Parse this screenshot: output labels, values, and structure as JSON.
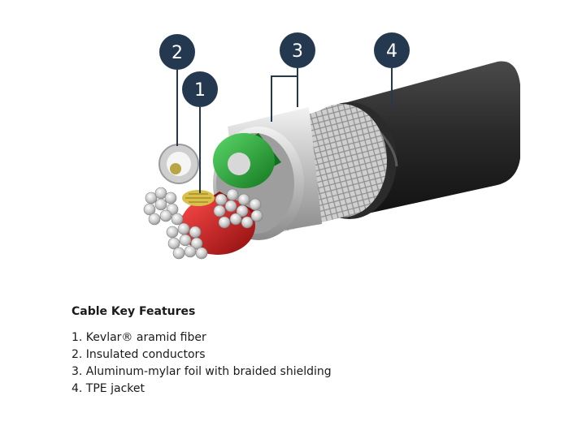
{
  "callouts": [
    {
      "number": "2"
    },
    {
      "number": "1"
    },
    {
      "number": "3"
    },
    {
      "number": "4"
    }
  ],
  "features": {
    "title": "Cable Key Features",
    "items": [
      "1. Kevlar® aramid fiber",
      "2. Insulated conductors",
      "3. Aluminum-mylar foil with braided shielding",
      "4. TPE jacket"
    ]
  },
  "colors": {
    "callout_fill": "#24394f",
    "jacket": "#222222",
    "conductor_green": "#1e9b2f",
    "conductor_red": "#c81e1e",
    "kevlar": "#d8c04a",
    "shield_silver": "#bdbdbd"
  }
}
